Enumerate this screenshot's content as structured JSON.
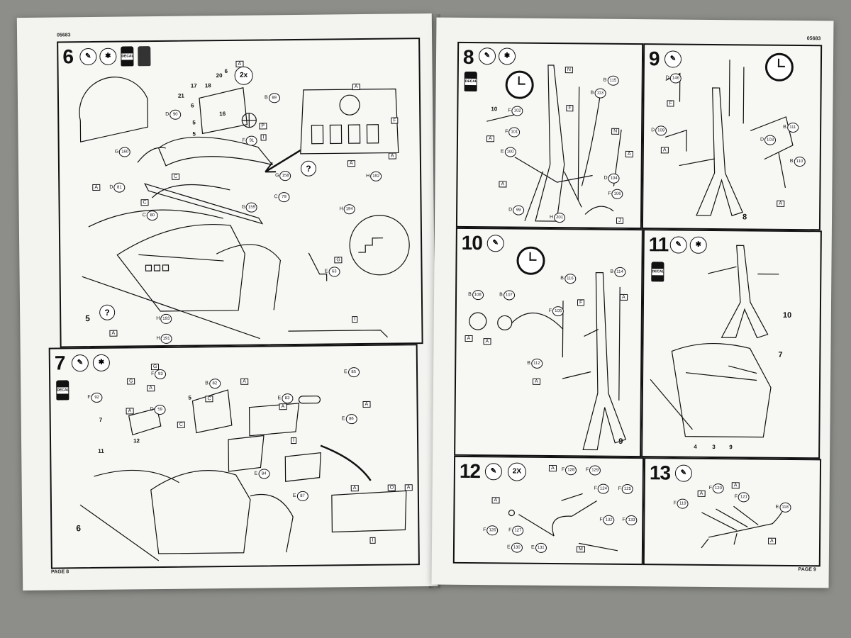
{
  "left_page": {
    "code": "05683",
    "page_label": "PAGE 8",
    "step6": {
      "number": "6",
      "bottle_label": "DECAL",
      "assembly_label": "5",
      "parts": [
        {
          "letter": "D",
          "num": "90"
        },
        {
          "letter": "B",
          "num": "89"
        },
        {
          "letter": "F",
          "num": "91"
        },
        {
          "letter": "G",
          "num": "160"
        },
        {
          "letter": "D",
          "num": "81"
        },
        {
          "letter": "C",
          "num": "80"
        },
        {
          "letter": "G",
          "num": "158"
        },
        {
          "letter": "C",
          "num": "79"
        },
        {
          "letter": "G",
          "num": "159"
        },
        {
          "letter": "H",
          "num": "192"
        },
        {
          "letter": "H",
          "num": "194"
        },
        {
          "letter": "E",
          "num": "63"
        },
        {
          "letter": "H",
          "num": "193"
        },
        {
          "letter": "H",
          "num": "191"
        }
      ],
      "callouts": [
        "17",
        "18",
        "20",
        "6",
        "21",
        "6",
        "16",
        "5",
        "5"
      ],
      "two_x": "2x",
      "flags": [
        "A",
        "C",
        "P",
        "I",
        "A",
        "F",
        "A",
        "C",
        "A",
        "G",
        "I",
        "A",
        "A"
      ]
    },
    "step7": {
      "number": "7",
      "assembly_label": "6",
      "parts": [
        {
          "letter": "F",
          "num": "93"
        },
        {
          "letter": "F",
          "num": "92"
        },
        {
          "letter": "D",
          "num": "59"
        },
        {
          "letter": "B",
          "num": "82"
        },
        {
          "letter": "E",
          "num": "83"
        },
        {
          "letter": "E",
          "num": "85"
        },
        {
          "letter": "E",
          "num": "86"
        },
        {
          "letter": "E",
          "num": "84"
        },
        {
          "letter": "E",
          "num": "87"
        }
      ],
      "callouts": [
        "7",
        "11",
        "12",
        "5"
      ],
      "flags": [
        "G",
        "A",
        "G",
        "A",
        "C",
        "C",
        "A",
        "A",
        "I",
        "A",
        "A",
        "O",
        "A",
        "I"
      ]
    }
  },
  "right_page": {
    "code": "05683",
    "page_label": "PAGE 9",
    "step8": {
      "number": "8",
      "parts": [
        {
          "letter": "F",
          "num": "102"
        },
        {
          "letter": "F",
          "num": "101"
        },
        {
          "letter": "E",
          "num": "100"
        },
        {
          "letter": "D",
          "num": "99"
        },
        {
          "letter": "H",
          "num": "201"
        },
        {
          "letter": "B",
          "num": "113"
        },
        {
          "letter": "B",
          "num": "115"
        },
        {
          "letter": "D",
          "num": "104"
        },
        {
          "letter": "F",
          "num": "106"
        }
      ],
      "callouts": [
        "10"
      ],
      "flags": [
        "N",
        "F",
        "N",
        "A",
        "A",
        "A",
        "J"
      ]
    },
    "step9": {
      "number": "9",
      "parts": [
        {
          "letter": "D",
          "num": "146"
        },
        {
          "letter": "D",
          "num": "109"
        },
        {
          "letter": "B",
          "num": "111"
        },
        {
          "letter": "D",
          "num": "103"
        },
        {
          "letter": "B",
          "num": "110"
        }
      ],
      "callouts": [
        "8"
      ],
      "flags": [
        "F",
        "A",
        "A"
      ]
    },
    "step10": {
      "number": "10",
      "parts": [
        {
          "letter": "B",
          "num": "116"
        },
        {
          "letter": "B",
          "num": "114"
        },
        {
          "letter": "B",
          "num": "108"
        },
        {
          "letter": "B",
          "num": "107"
        },
        {
          "letter": "F",
          "num": "105"
        },
        {
          "letter": "B",
          "num": "112"
        }
      ],
      "callouts": [
        "9"
      ],
      "flags": [
        "F",
        "A",
        "A",
        "A",
        "A"
      ]
    },
    "step11": {
      "number": "11",
      "callouts": [
        "10",
        "7",
        "4",
        "3",
        "9"
      ]
    },
    "step12": {
      "number": "12",
      "two_x": "2X",
      "parts": [
        {
          "letter": "F",
          "num": "128"
        },
        {
          "letter": "F",
          "num": "129"
        },
        {
          "letter": "F",
          "num": "124"
        },
        {
          "letter": "F",
          "num": "125"
        },
        {
          "letter": "F",
          "num": "132"
        },
        {
          "letter": "F",
          "num": "133"
        },
        {
          "letter": "F",
          "num": "126"
        },
        {
          "letter": "F",
          "num": "127"
        },
        {
          "letter": "E",
          "num": "130"
        },
        {
          "letter": "E",
          "num": "131"
        }
      ],
      "flags": [
        "A",
        "A",
        "M"
      ]
    },
    "step13": {
      "number": "13",
      "parts": [
        {
          "letter": "F",
          "num": "120"
        },
        {
          "letter": "F",
          "num": "121"
        },
        {
          "letter": "F",
          "num": "119"
        },
        {
          "letter": "E",
          "num": "118"
        }
      ],
      "flags": [
        "A",
        "A",
        "A"
      ]
    }
  }
}
